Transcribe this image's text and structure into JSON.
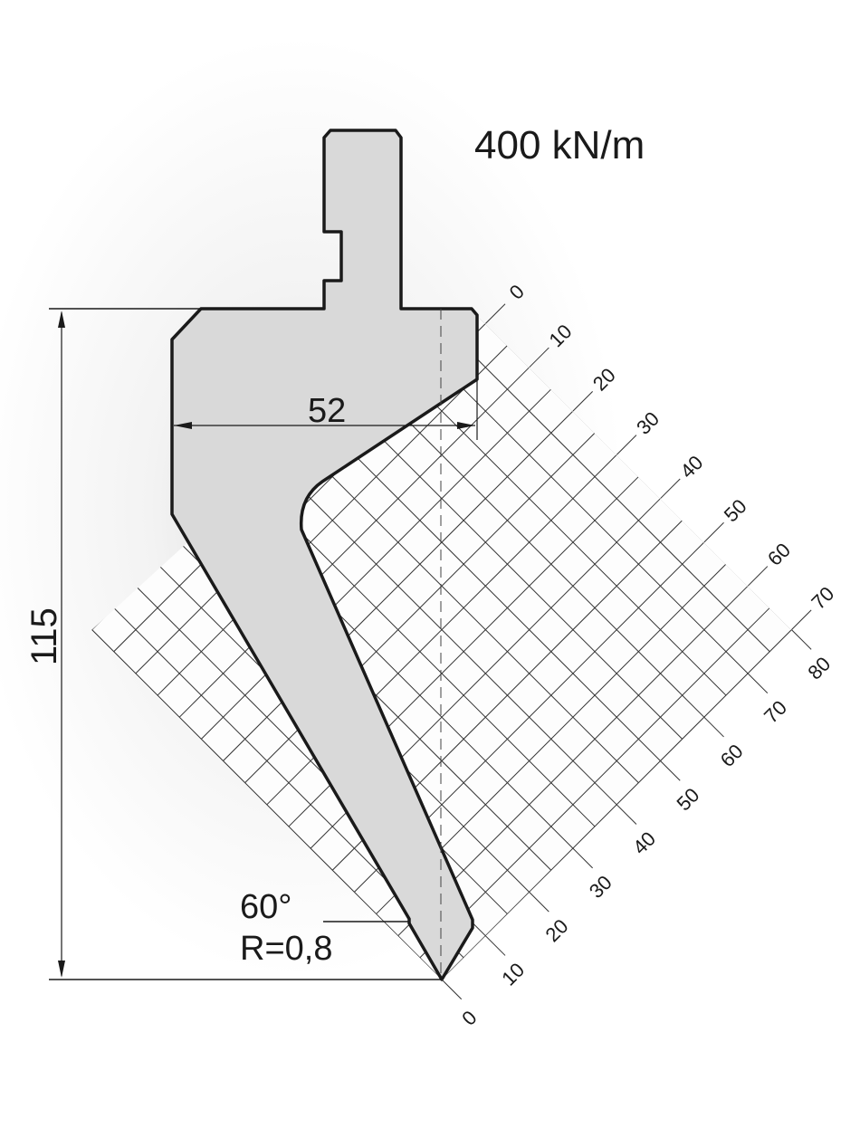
{
  "title": "400 kN/m",
  "dimensions": {
    "height_label": "115",
    "width_label": "52",
    "angle_label": "60°",
    "radius_label": "R=0,8"
  },
  "grid": {
    "axis_a_labels": [
      "0",
      "10",
      "20",
      "30",
      "40",
      "50",
      "60",
      "70",
      "80"
    ],
    "axis_b_labels": [
      "0",
      "10",
      "20",
      "30",
      "40",
      "50",
      "60",
      "70"
    ]
  },
  "colors": {
    "tool_fill": "#d9d9d9",
    "outline": "#1a1a1a",
    "grid_line": "#333333"
  }
}
